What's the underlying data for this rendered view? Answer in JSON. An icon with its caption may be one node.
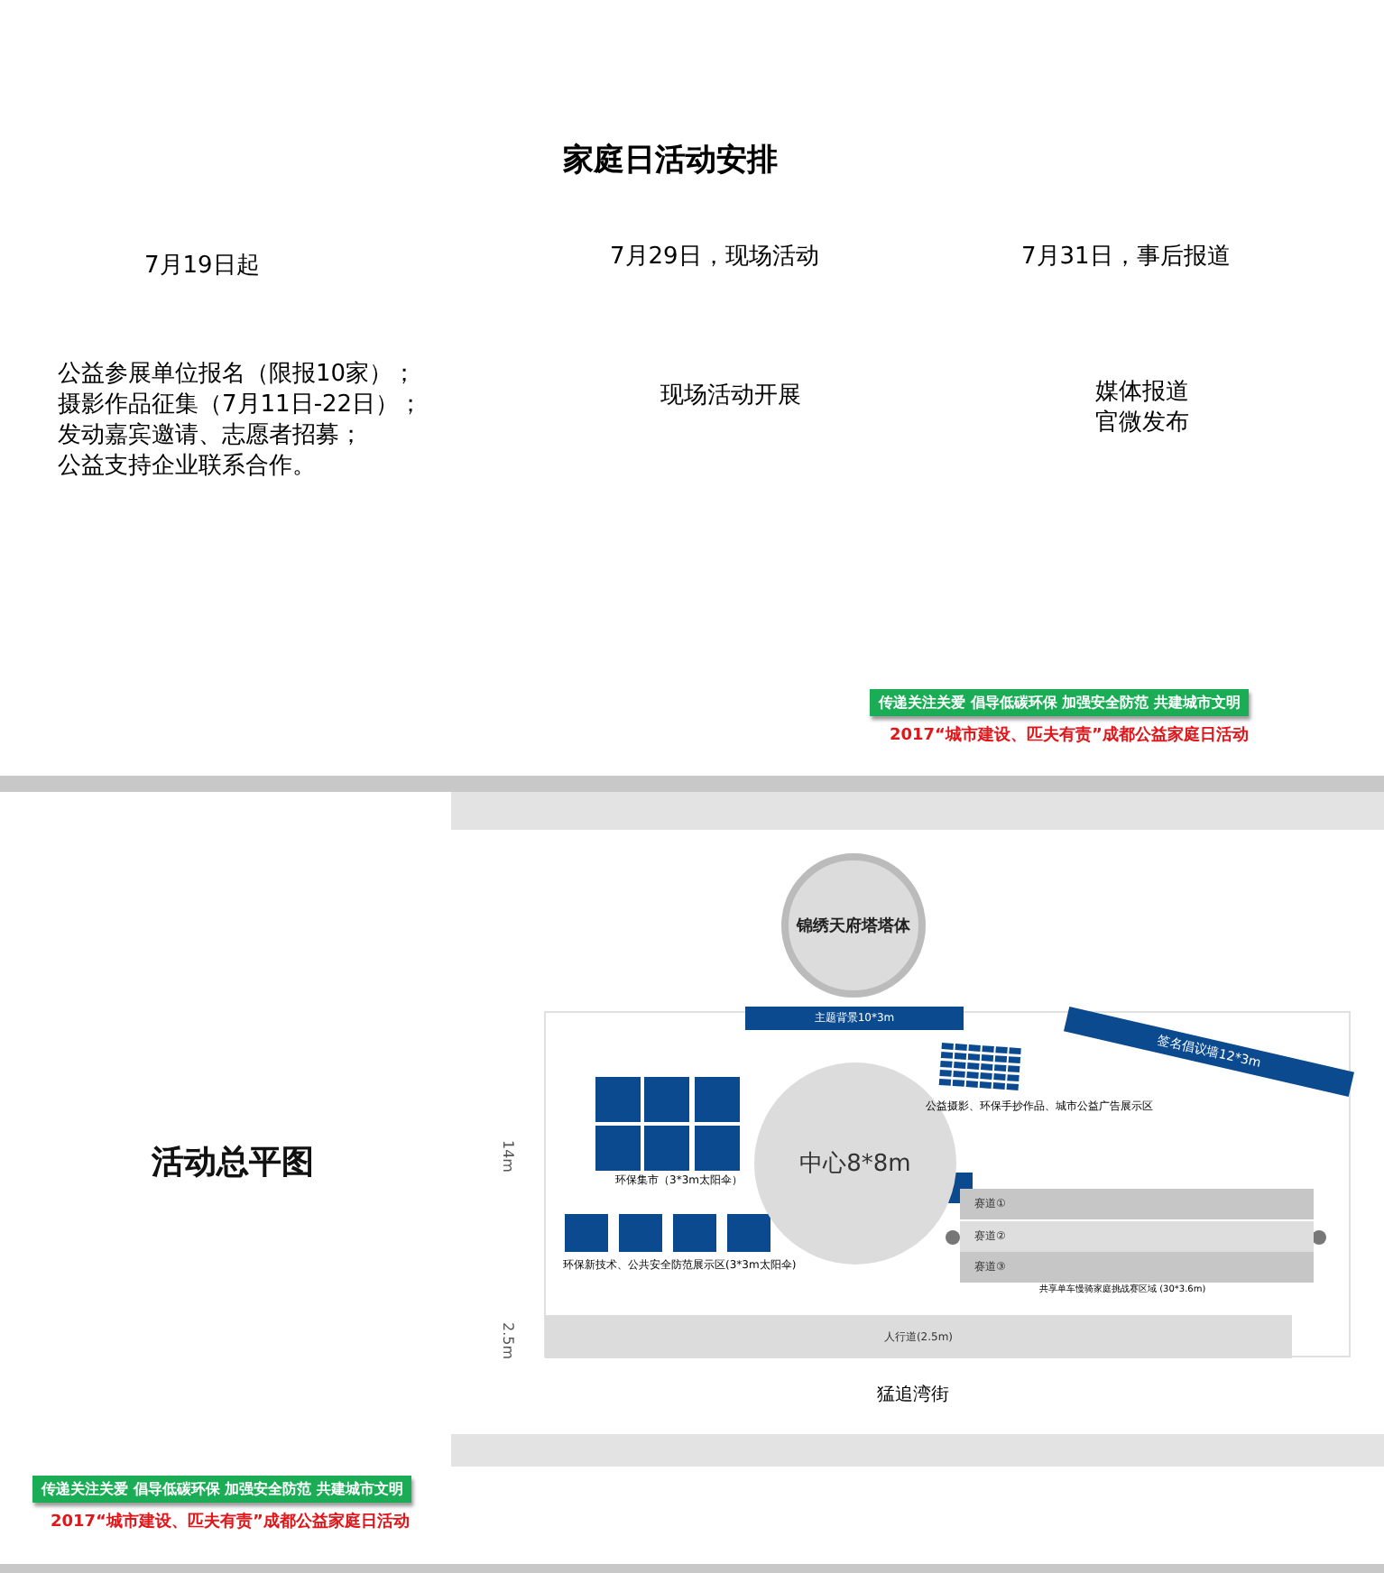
{
  "diagram": {
    "title": "家庭日活动安排",
    "nodes": [
      {
        "text": [
          "锦绣天府塔塔体"
        ]
      },
      {
        "text": [
          "主题背景10*3m"
        ]
      },
      {
        "text": [
          "签名倡议墙12*3m"
        ]
      },
      {
        "text": [
          "中心8*8m"
        ]
      },
      {
        "text": [
          "赛道①"
        ]
      },
      {
        "text": [
          "赛道②"
        ]
      },
      {
        "text": [
          "赛道③"
        ]
      },
      {
        "text": [
          "人行道(2.5m)"
        ]
      }
    ],
    "labels": [
      "7月19日起",
      "7月29日，现场活动",
      "7月31日，事后报道",
      "公益参展单位报名（限报10家）；",
      "摄影作品征集（7月11日-22日）；",
      "发动嘉宾邀请、志愿者招募；",
      "公益支持企业联系合作。",
      "现场活动开展",
      "媒体报道",
      "官微发布",
      "传递关注关爱 倡导低碳环保 加强安全防范 共建城市文明",
      "2017“城市建设、匹夫有责”成都公益家庭日活动",
      "活动总平图",
      "环保集市（3*3m太阳伞）",
      "环保新技术、公共安全防范展示区(3*3m太阳伞)",
      "公益摄影、环保手抄作品、城市公益广告展示区",
      "共享单车慢骑家庭挑战赛区域 (30*3.6m)",
      "14m",
      "2.5m",
      "猛追湾街",
      "传递关注关爱 倡导低碳环保 加强安全防范 共建城市文明",
      "2017“城市建设、匹夫有责”成都公益家庭日活动"
    ]
  }
}
